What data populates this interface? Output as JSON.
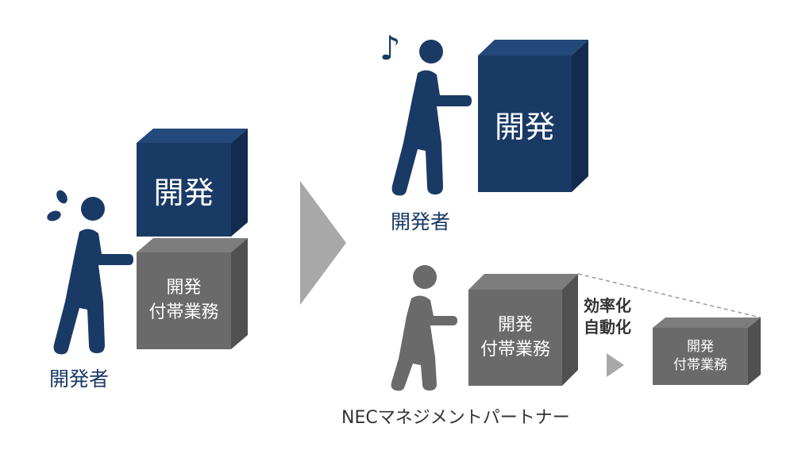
{
  "colors": {
    "navy": "#1a3a66",
    "navy_top": "#23487a",
    "navy_side": "#122b4f",
    "gray": "#6a6a6a",
    "gray_top": "#7d7d7d",
    "gray_side": "#505050",
    "arrow": "#a8a8a8",
    "white": "#ffffff"
  },
  "left": {
    "dev_box_label": "開発",
    "support_box_line1": "開発",
    "support_box_line2": "付帯業務",
    "person_label": "開発者",
    "icon": "sweat-drops-icon"
  },
  "right_top": {
    "dev_box_label": "開発",
    "person_label": "開発者",
    "icon": "music-note-icon",
    "note": "♪"
  },
  "right_bottom": {
    "big_box_line1": "開発",
    "big_box_line2": "付帯業務",
    "efficiency_line1": "効率化",
    "efficiency_line2": "自動化",
    "small_box_line1": "開発",
    "small_box_line2": "付帯業務",
    "person_label": "NECマネジメントパートナー"
  }
}
